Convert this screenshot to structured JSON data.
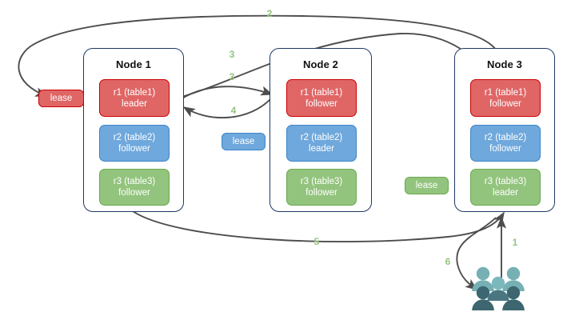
{
  "diagram": {
    "title": "distributed-database-lease-transfer",
    "colors": {
      "replica_red_fill": "#e06666",
      "replica_red_border": "#cc0000",
      "replica_blue_fill": "#6fa8dc",
      "replica_blue_border": "#3d85c6",
      "replica_green_fill": "#93c47d",
      "replica_green_border": "#6aa84f",
      "node_border": "#1f3864",
      "edge_stroke": "#4d4d4d",
      "step_label": "#93c47d",
      "people_light": "#76b0b4",
      "people_dark": "#3d6670",
      "background": "#ffffff"
    }
  },
  "nodes": [
    {
      "id": "node1",
      "title": "Node 1",
      "replicas": [
        {
          "name": "r1 (table1)",
          "role": "leader",
          "color": "red"
        },
        {
          "name": "r2 (table2)",
          "role": "follower",
          "color": "blue"
        },
        {
          "name": "r3 (table3)",
          "role": "follower",
          "color": "green"
        }
      ]
    },
    {
      "id": "node2",
      "title": "Node 2",
      "replicas": [
        {
          "name": "r1 (table1)",
          "role": "follower",
          "color": "red"
        },
        {
          "name": "r2 (table2)",
          "role": "leader",
          "color": "blue"
        },
        {
          "name": "r3 (table3)",
          "role": "follower",
          "color": "green"
        }
      ]
    },
    {
      "id": "node3",
      "title": "Node 3",
      "replicas": [
        {
          "name": "r1 (table1)",
          "role": "follower",
          "color": "red"
        },
        {
          "name": "r2 (table2)",
          "role": "follower",
          "color": "blue"
        },
        {
          "name": "r3 (table3)",
          "role": "leader",
          "color": "green"
        }
      ]
    }
  ],
  "leases": [
    {
      "id": "lease-r1",
      "label": "lease",
      "color": "red"
    },
    {
      "id": "lease-r2",
      "label": "lease",
      "color": "blue"
    },
    {
      "id": "lease-r3",
      "label": "lease",
      "color": "green"
    }
  ],
  "steps": [
    {
      "id": "step-1",
      "label": "1"
    },
    {
      "id": "step-2",
      "label": "2"
    },
    {
      "id": "step-3a",
      "label": "3"
    },
    {
      "id": "step-3b",
      "label": "3"
    },
    {
      "id": "step-4",
      "label": "4"
    },
    {
      "id": "step-5",
      "label": "5"
    },
    {
      "id": "step-6",
      "label": "6"
    }
  ],
  "actors": {
    "clients_icon": "people-group-icon"
  }
}
